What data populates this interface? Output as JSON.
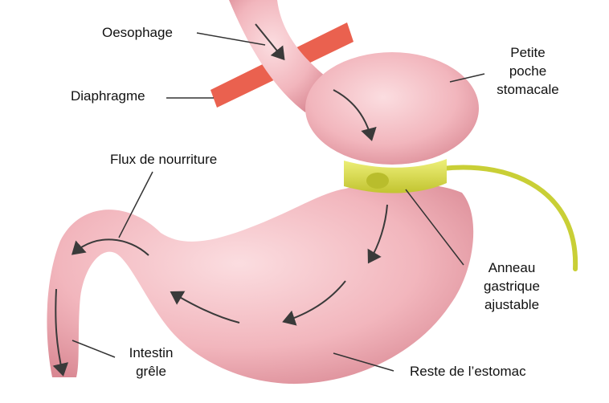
{
  "labels": {
    "oesophage": "Oesophage",
    "diaphragme": "Diaphragme",
    "flux": "Flux de nourriture",
    "poche": [
      "Petite",
      "poche",
      "stomacale"
    ],
    "anneau": [
      "Anneau",
      "gastrique",
      "ajustable"
    ],
    "intestin": [
      "Intestin",
      "grêle"
    ],
    "reste": "Reste de l’estomac"
  },
  "colors": {
    "tissue": "#f2b9bf",
    "tissue_shade": "#dc8f99",
    "band": "#d8e04a",
    "diaphragm": "#e8503c",
    "arrow": "#3a3a3a"
  }
}
